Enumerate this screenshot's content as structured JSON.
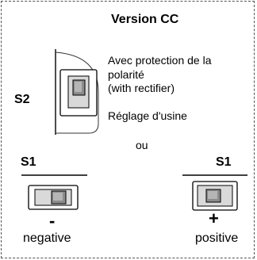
{
  "title": "Version CC",
  "switch_main": {
    "label": "S2"
  },
  "description": {
    "line1": "Avec protection de la",
    "line2": "polarité",
    "line3": "(with rectifier)",
    "factory_setting": "Réglage d'usine"
  },
  "connector": "ou",
  "options": [
    {
      "switch_label": "S1",
      "sign": "-",
      "caption": "negative"
    },
    {
      "switch_label": "S1",
      "sign": "+",
      "caption": "positive"
    }
  ],
  "colors": {
    "line": "#000000",
    "switch_fill": "#d9d9d9",
    "knob_fill": "#8c8c8c",
    "frame_border": "#555555"
  }
}
